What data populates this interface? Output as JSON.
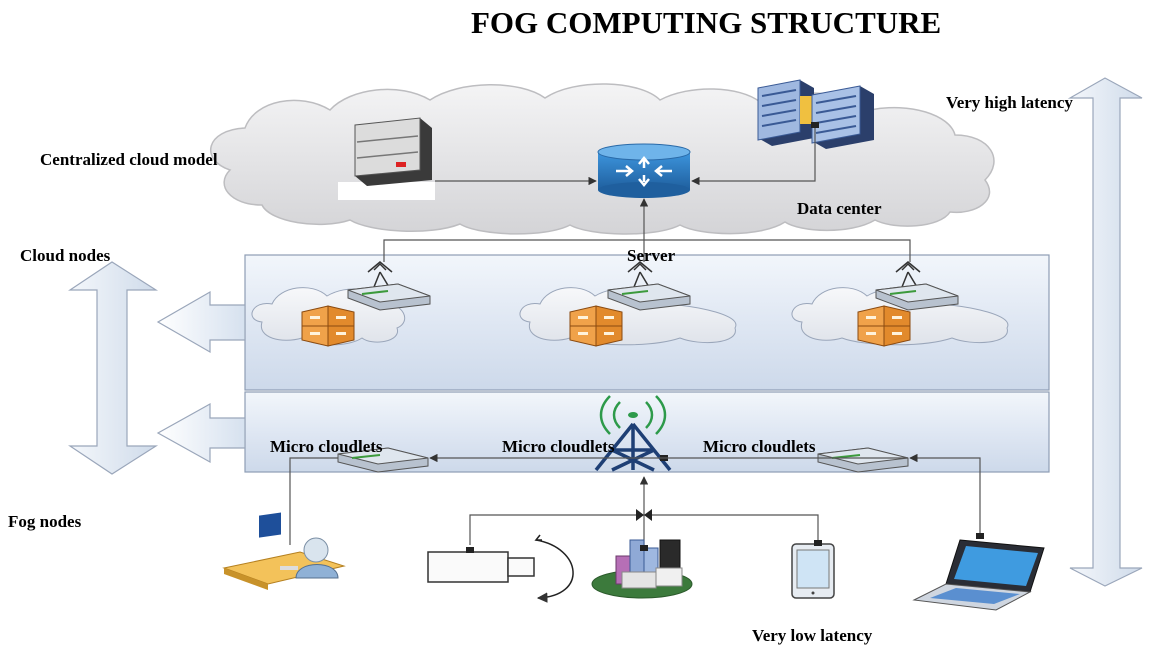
{
  "title": "FOG COMPUTING STRUCTURE",
  "labels": {
    "centralized_cloud_model": "Centralized cloud model",
    "very_high_latency": "Very high latency",
    "data_center": "Data center",
    "cloud_nodes": "Cloud nodes",
    "server": "Server",
    "micro_cloudlets_1": "Micro cloudlets",
    "micro_cloudlets_2": "Micro cloudlets",
    "micro_cloudlets_3": "Micro cloudlets",
    "fog_nodes": "Fog nodes",
    "very_low_latency": "Very low latency"
  },
  "icons": {
    "cloud": "cloud-icon",
    "server": "server-tower-icon",
    "datacenter": "datacenter-servers-icon",
    "hub": "router-hub-icon",
    "router": "wireless-router-icon",
    "storage": "storage-cabinet-icon",
    "tower": "radio-tower-icon",
    "user": "desktop-user-icon",
    "camera": "camera-icon",
    "city": "city-buildings-icon",
    "tablet": "tablet-icon",
    "laptop": "laptop-icon"
  },
  "colors": {
    "cloud_fill": "#e6e6e8",
    "panel_fill": "#dde6f2",
    "panel_border": "#8e9db5",
    "arrow_fill": "#e4ebf5",
    "hub_blue": "#2f7fc8",
    "cabinet_orange": "#e8963a",
    "line": "#555555"
  }
}
